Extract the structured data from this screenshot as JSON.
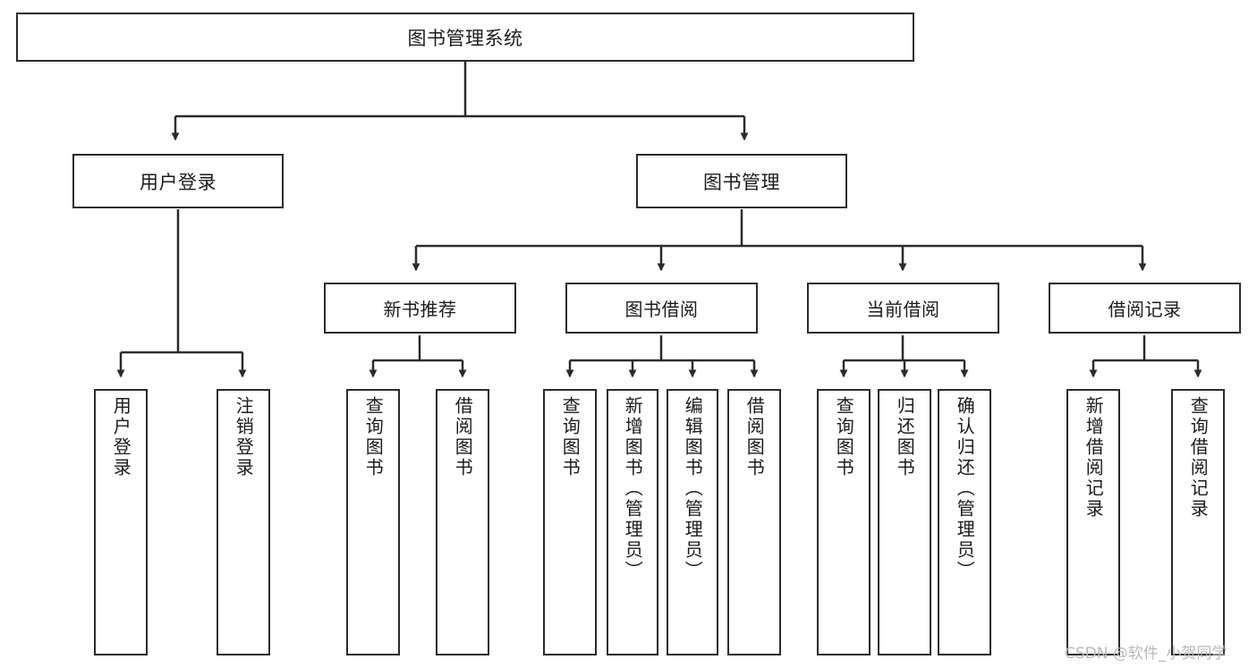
{
  "diagram": {
    "type": "tree-hierarchy",
    "title": "图书管理系统",
    "root": {
      "id": "root",
      "label": "图书管理系统"
    },
    "level2": [
      {
        "id": "user-login",
        "label": "用户登录"
      },
      {
        "id": "book-manage",
        "label": "图书管理"
      }
    ],
    "level3": [
      {
        "id": "new-book-recommend",
        "label": "新书推荐",
        "parent": "book-manage"
      },
      {
        "id": "book-borrow",
        "label": "图书借阅",
        "parent": "book-manage"
      },
      {
        "id": "current-borrow",
        "label": "当前借阅",
        "parent": "book-manage"
      },
      {
        "id": "borrow-record",
        "label": "借阅记录",
        "parent": "book-manage"
      }
    ],
    "leaves": [
      {
        "id": "leaf-user-login",
        "label": "用户登录",
        "parent": "user-login"
      },
      {
        "id": "leaf-logout-login",
        "label": "注销登录",
        "parent": "user-login"
      },
      {
        "id": "leaf-query-book-1",
        "label": "查询图书",
        "parent": "new-book-recommend"
      },
      {
        "id": "leaf-borrow-book-1",
        "label": "借阅图书",
        "parent": "new-book-recommend"
      },
      {
        "id": "leaf-query-book-2",
        "label": "查询图书",
        "parent": "book-borrow"
      },
      {
        "id": "leaf-add-book",
        "label": "新增图书（管理员）",
        "parent": "book-borrow"
      },
      {
        "id": "leaf-edit-book",
        "label": "编辑图书（管理员）",
        "parent": "book-borrow"
      },
      {
        "id": "leaf-borrow-book-2",
        "label": "借阅图书",
        "parent": "book-borrow"
      },
      {
        "id": "leaf-query-book-3",
        "label": "查询图书",
        "parent": "current-borrow"
      },
      {
        "id": "leaf-return-book",
        "label": "归还图书",
        "parent": "current-borrow"
      },
      {
        "id": "leaf-confirm-return",
        "label": "确认归还（管理员）",
        "parent": "current-borrow"
      },
      {
        "id": "leaf-add-record",
        "label": "新增借阅记录",
        "parent": "borrow-record"
      },
      {
        "id": "leaf-query-record",
        "label": "查询借阅记录",
        "parent": "borrow-record"
      }
    ]
  },
  "watermark": {
    "text": "CSDN @软件_小贺同学"
  },
  "colors": {
    "stroke": "#2b2b2b",
    "fill": "#ffffff",
    "text": "#1b1b1b",
    "watermark": "#b9b9b9"
  }
}
